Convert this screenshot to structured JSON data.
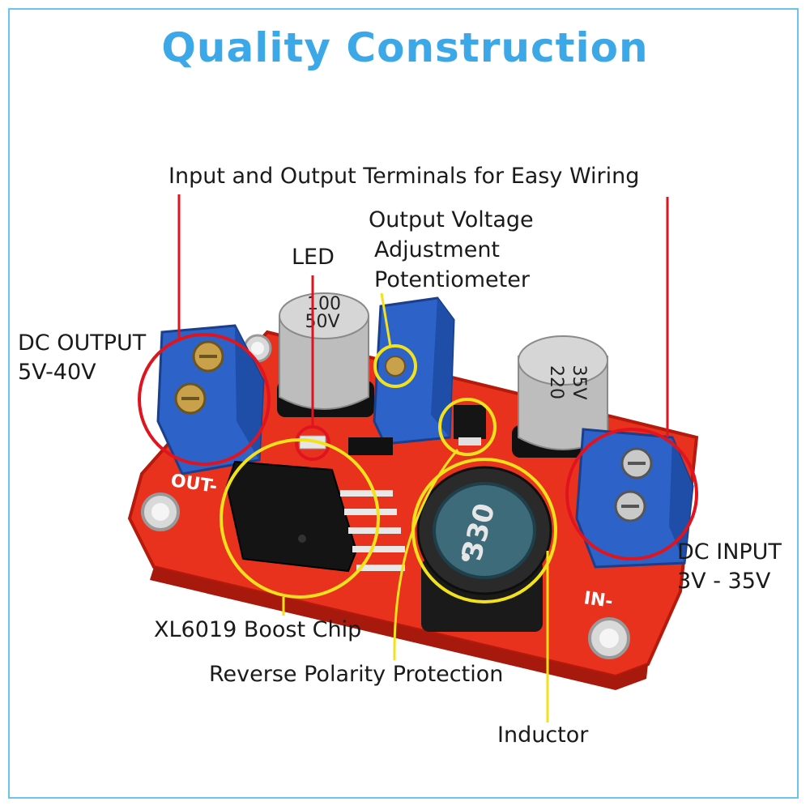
{
  "title": "Quality Construction",
  "labels": {
    "terminals": "Input and Output Terminals for Easy Wiring",
    "potentiometer_1": "Output Voltage",
    "potentiometer_2": "Adjustment",
    "potentiometer_3": "Potentiometer",
    "led": "LED",
    "dc_output_1": "DC OUTPUT",
    "dc_output_2": "5V-40V",
    "dc_input_1": "DC INPUT",
    "dc_input_2": "3V - 35V",
    "chip": "XL6019 Boost Chip",
    "reverse": "Reverse Polarity Protection",
    "inductor": "Inductor"
  },
  "board_text": {
    "cap_left_1": "100",
    "cap_left_2": "50V",
    "cap_right_1": "220",
    "cap_right_2": "35V",
    "inductor_code": "330",
    "out_minus": "OUT-",
    "in_minus": "IN-"
  },
  "colors": {
    "title": "#3da8e8",
    "frame": "#6cc3ee",
    "board": "#e8321e",
    "terminal": "#2d63c8",
    "red_callout": "#e0141e",
    "yellow_callout": "#f2e21c"
  }
}
